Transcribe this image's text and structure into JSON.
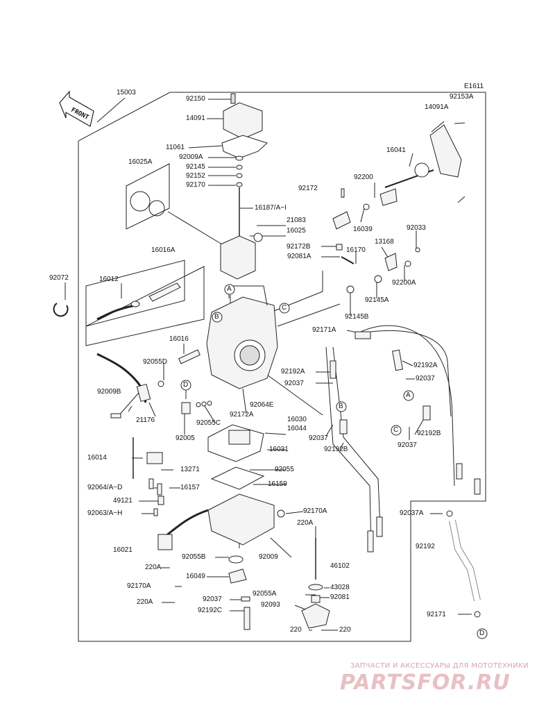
{
  "diagram_id": "E1611",
  "front_label": "FRONT",
  "watermark": {
    "tagline": "ЗАПЧАСТИ И АКСЕССУАРЫ ДЛЯ МОТОТЕХНИКИ",
    "logo": "PARTSFOR.RU"
  },
  "callouts": [
    "A",
    "B",
    "C",
    "D"
  ],
  "part_labels": [
    "15003",
    "92150",
    "14091",
    "11061",
    "92009A",
    "92145",
    "92152",
    "92170",
    "16025A",
    "16187/A~I",
    "21083",
    "16025",
    "16016A",
    "92072",
    "16012",
    "16016",
    "92055D",
    "92009B",
    "21176",
    "92005",
    "92055C",
    "92172A",
    "92064E",
    "16030",
    "16044",
    "16031",
    "16014",
    "13271",
    "92055",
    "92064/A~D",
    "16157",
    "16159",
    "49121",
    "92063/A~H",
    "92170A",
    "220A",
    "16021",
    "220A",
    "92055B",
    "92009",
    "16049",
    "92170A",
    "220A",
    "92037",
    "92192C",
    "92055A",
    "43028",
    "92093",
    "92081",
    "46102",
    "220",
    "220",
    "E1611",
    "92153A",
    "14091A",
    "16041",
    "92200",
    "92172",
    "16039",
    "92033",
    "13168",
    "92172B",
    "16170",
    "92081A",
    "92200A",
    "92145A",
    "92145B",
    "92171A",
    "92192A",
    "92192A",
    "92037",
    "92037",
    "92037",
    "92192B",
    "92037",
    "92192B",
    "92037A",
    "92192",
    "92171"
  ]
}
